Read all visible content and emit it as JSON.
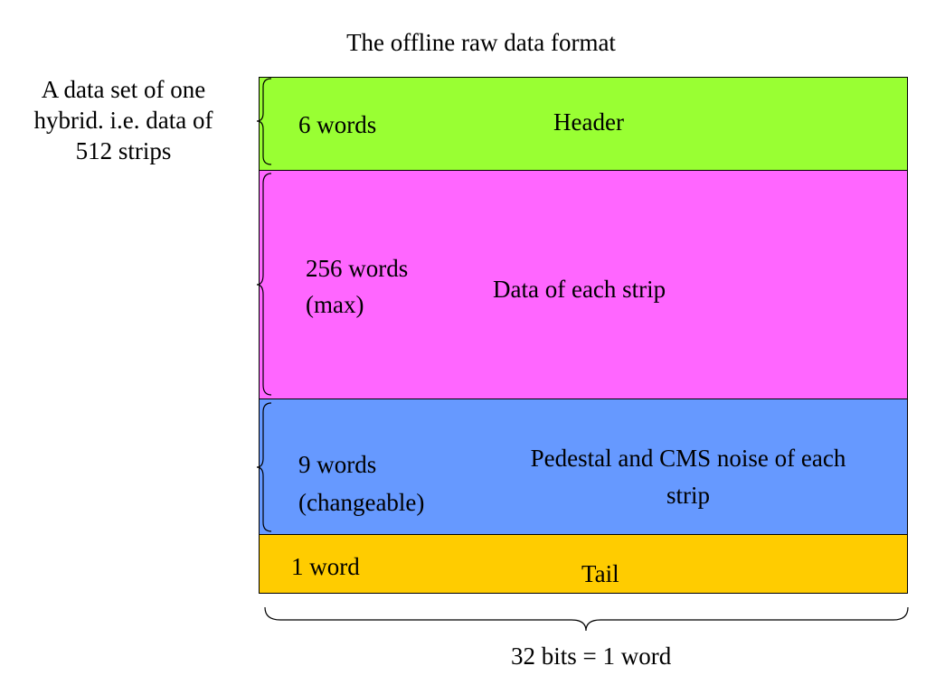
{
  "title": "The offline raw data format",
  "side_note": "A data set of one hybrid. i.e. data of 512 strips",
  "blocks": {
    "header": {
      "size_label": "6 words",
      "name": "Header",
      "color": "#99ff33"
    },
    "data": {
      "size_label_1": "256 words",
      "size_label_2": "(max)",
      "name": "Data of each strip",
      "color": "#ff66ff"
    },
    "pedestal": {
      "size_label_1": "9 words",
      "size_label_2": "(changeable)",
      "name_1": "Pedestal and CMS noise of each",
      "name_2": "strip",
      "color": "#6699ff"
    },
    "tail": {
      "size_label": "1 word",
      "name": "Tail",
      "color": "#ffcc00"
    }
  },
  "width_label": "32 bits = 1 word"
}
